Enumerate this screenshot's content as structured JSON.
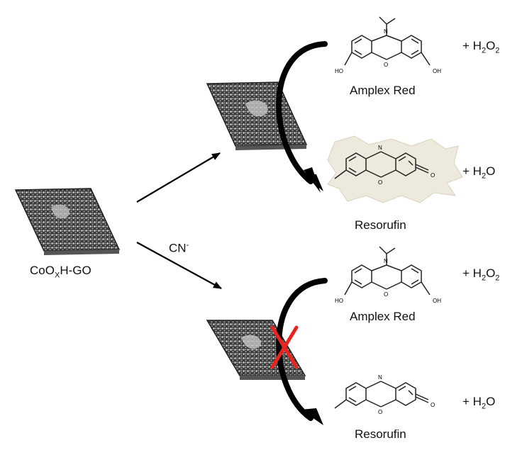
{
  "material": {
    "label_main": "CoO",
    "label_sub": "X",
    "label_tail": "H-GO"
  },
  "inhibitor": {
    "label_main": "CN",
    "label_sup": "-"
  },
  "reactions": [
    {
      "substrate": "Amplex Red",
      "co_reactant_main": "+ H",
      "co_reactant_sub": "2",
      "co_reactant_mid": "O",
      "co_reactant_sub2": "2",
      "product": "Resorufin",
      "by_product_main": "+ H",
      "by_product_sub": "2",
      "by_product_tail": "O",
      "status": "active"
    },
    {
      "substrate": "Amplex Red",
      "co_reactant_main": "+ H",
      "co_reactant_sub": "2",
      "co_reactant_mid": "O",
      "co_reactant_sub2": "2",
      "product": "Resorufin",
      "by_product_main": "+ H",
      "by_product_sub": "2",
      "by_product_tail": "O",
      "status": "blocked"
    }
  ],
  "atoms": {
    "oh": "HO",
    "oh_right": "OH",
    "n": "N",
    "o": "O"
  },
  "colors": {
    "blocked_mark": "#e8241c",
    "product_glow": "#ede9dc"
  }
}
